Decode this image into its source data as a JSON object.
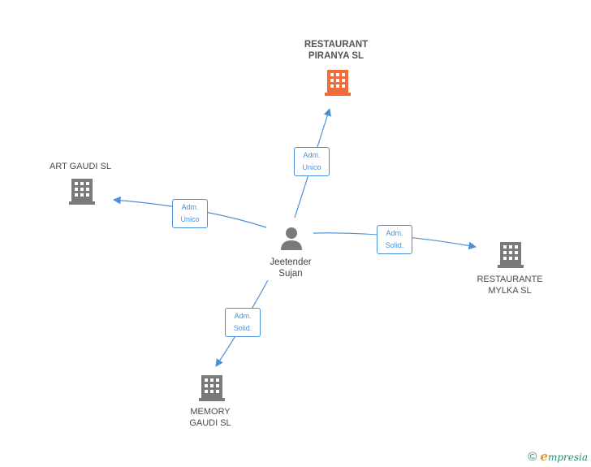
{
  "colors": {
    "edge": "#4a90d9",
    "main_company": "#f26b3a",
    "company": "#7a7a7a",
    "person": "#7a7a7a"
  },
  "center": {
    "name": "Jeetender\nSujan",
    "icon": "person-icon"
  },
  "companies": {
    "piranya": {
      "name": "RESTAURANT\nPIRANYA  SL",
      "icon": "building-icon",
      "highlight": true
    },
    "art_gaudi": {
      "name": "ART GAUDI  SL",
      "icon": "building-icon"
    },
    "mylka": {
      "name": "RESTAURANTE\nMYLKA  SL",
      "icon": "building-icon"
    },
    "memory": {
      "name": "MEMORY\nGAUDI  SL",
      "icon": "building-icon"
    }
  },
  "relations": {
    "piranya": "Adm.\nUnico",
    "art_gaudi": "Adm.\nUnico",
    "mylka": "Adm.\nSolid.",
    "memory": "Adm.\nSolid."
  },
  "footer": {
    "copyright_symbol": "©",
    "brand_first": "e",
    "brand_rest": "mpresia"
  }
}
